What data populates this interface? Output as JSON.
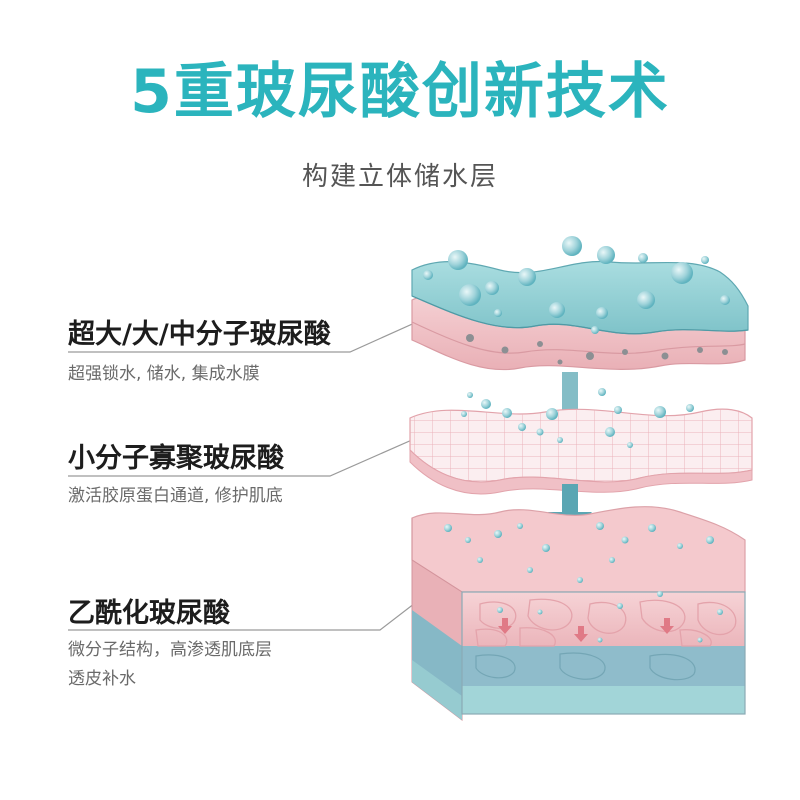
{
  "title": "5重玻尿酸创新技术",
  "subtitle": "构建立体储水层",
  "layers": [
    {
      "name": "超大/大/中分子玻尿酸",
      "desc_lines": [
        "超强锁水, 储水, 集成水膜"
      ]
    },
    {
      "name": "小分子寡聚玻尿酸",
      "desc_lines": [
        "激活胶原蛋白通道, 修护肌底"
      ]
    },
    {
      "name": "乙酰化玻尿酸",
      "desc_lines": [
        "微分子结构，高渗透肌底层",
        "透皮补水"
      ]
    }
  ],
  "colors": {
    "title": "#2bb4bd",
    "water_layer": "#8fcfd4",
    "skin_pink": "#f2c4c8",
    "dermis_pink": "#eeb4ba",
    "deep_blue": "#8fbfcc",
    "arrow": "#5fa3b0"
  }
}
